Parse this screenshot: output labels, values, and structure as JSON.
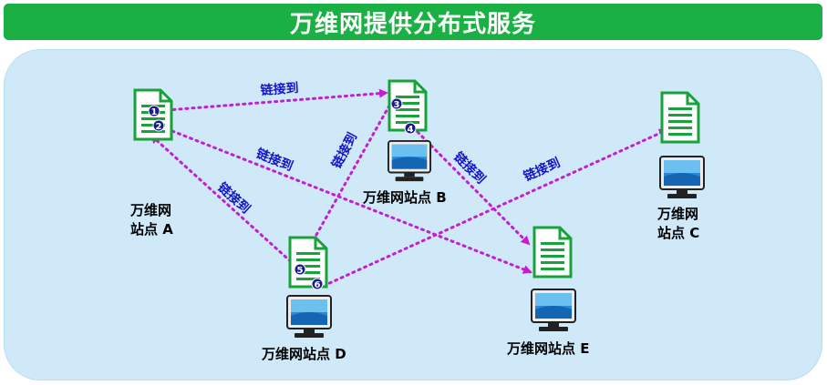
{
  "title": "万维网提供分布式服务",
  "sites": {
    "a_line1": "万维网",
    "a_line2": "站点 A",
    "b": "万维网站点 B",
    "c_line1": "万维网",
    "c_line2": "站点 C",
    "d": "万维网站点 D",
    "e": "万维网站点 E"
  },
  "link_label": "链接到",
  "badges": [
    "1",
    "2",
    "3",
    "4",
    "5",
    "6"
  ],
  "colors": {
    "title_bg": "#1ab043",
    "panel_bg": "#cfe9f9",
    "doc_green": "#17a23a",
    "arrow": "#c21ed4",
    "link_text": "#1414c8",
    "badge": "#1a1a8c"
  }
}
